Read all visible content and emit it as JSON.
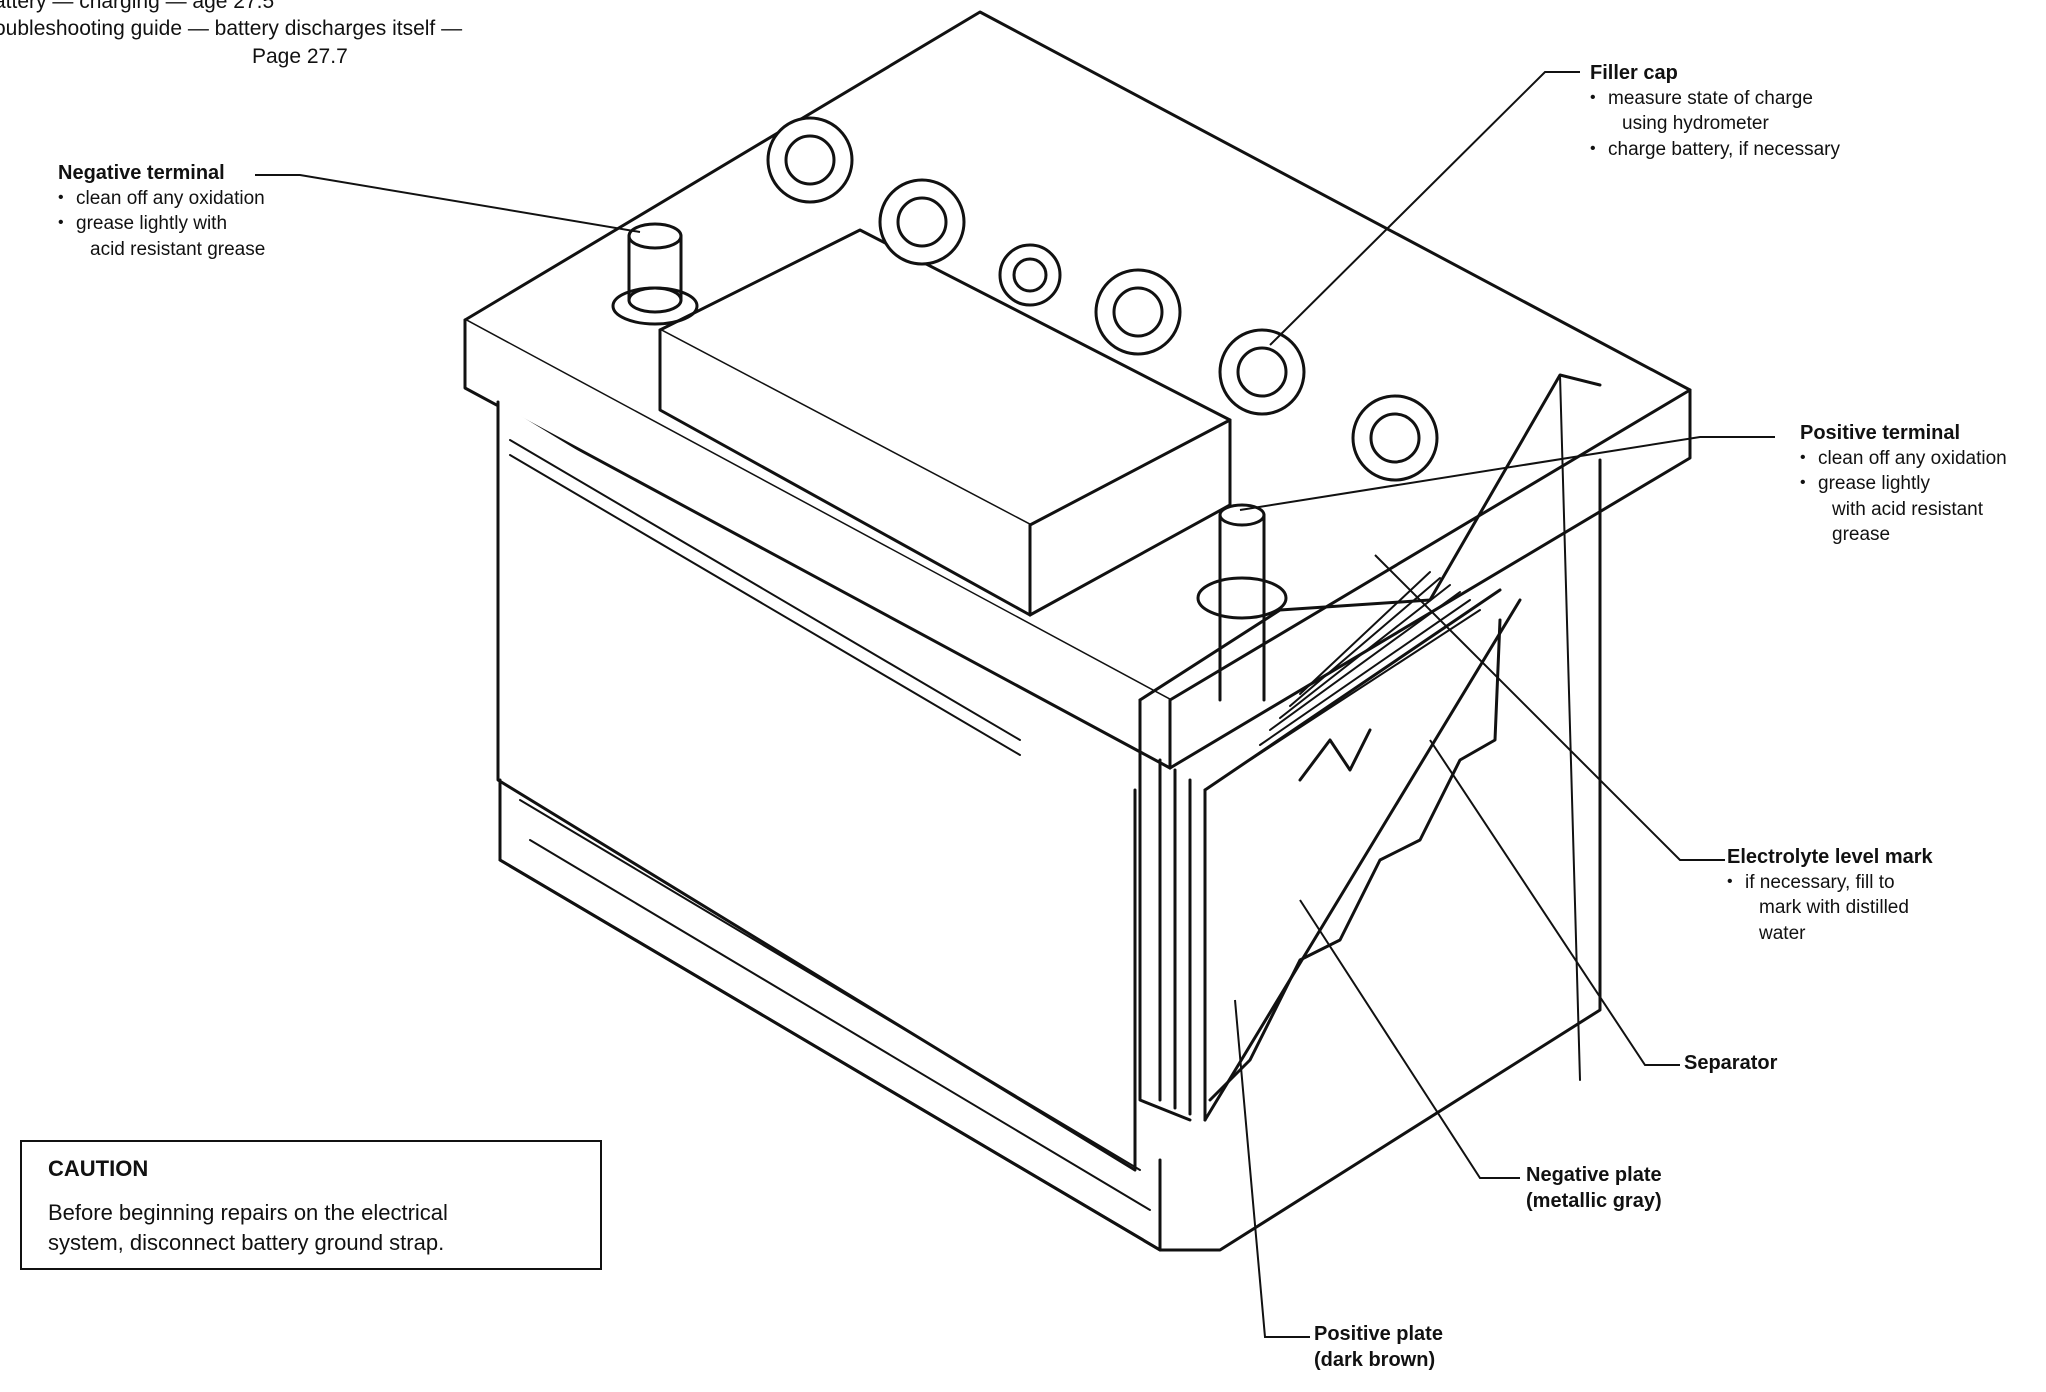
{
  "header": {
    "line1": "attery — charging — age 27.5",
    "line2": "oubleshooting guide — battery discharges itself —",
    "line3": "Page 27.7"
  },
  "labels": {
    "filler_cap": {
      "title": "Filler cap",
      "items": [
        "measure state of charge",
        "charge battery, if necessary"
      ],
      "item1_cont": "using hydrometer"
    },
    "negative_terminal": {
      "title": "Negative terminal",
      "items": [
        "clean off any oxidation",
        "grease lightly with"
      ],
      "item2_cont": "acid resistant grease"
    },
    "positive_terminal": {
      "title": "Positive terminal",
      "items": [
        "clean off any oxidation",
        "grease lightly"
      ],
      "item2_cont1": "with acid resistant",
      "item2_cont2": "grease"
    },
    "electrolyte_level_mark": {
      "title": "Electrolyte level mark",
      "items": [
        "if necessary, fill to"
      ],
      "item1_cont1": "mark with distilled",
      "item1_cont2": "water"
    },
    "separator": {
      "title": "Separator"
    },
    "negative_plate": {
      "title": "Negative plate",
      "sub": "(metallic gray)"
    },
    "positive_plate": {
      "title": "Positive plate",
      "sub": "(dark brown)"
    }
  },
  "caution": {
    "title": "CAUTION",
    "line1": "Before beginning repairs on the electrical",
    "line2": "system, disconnect battery ground strap."
  }
}
